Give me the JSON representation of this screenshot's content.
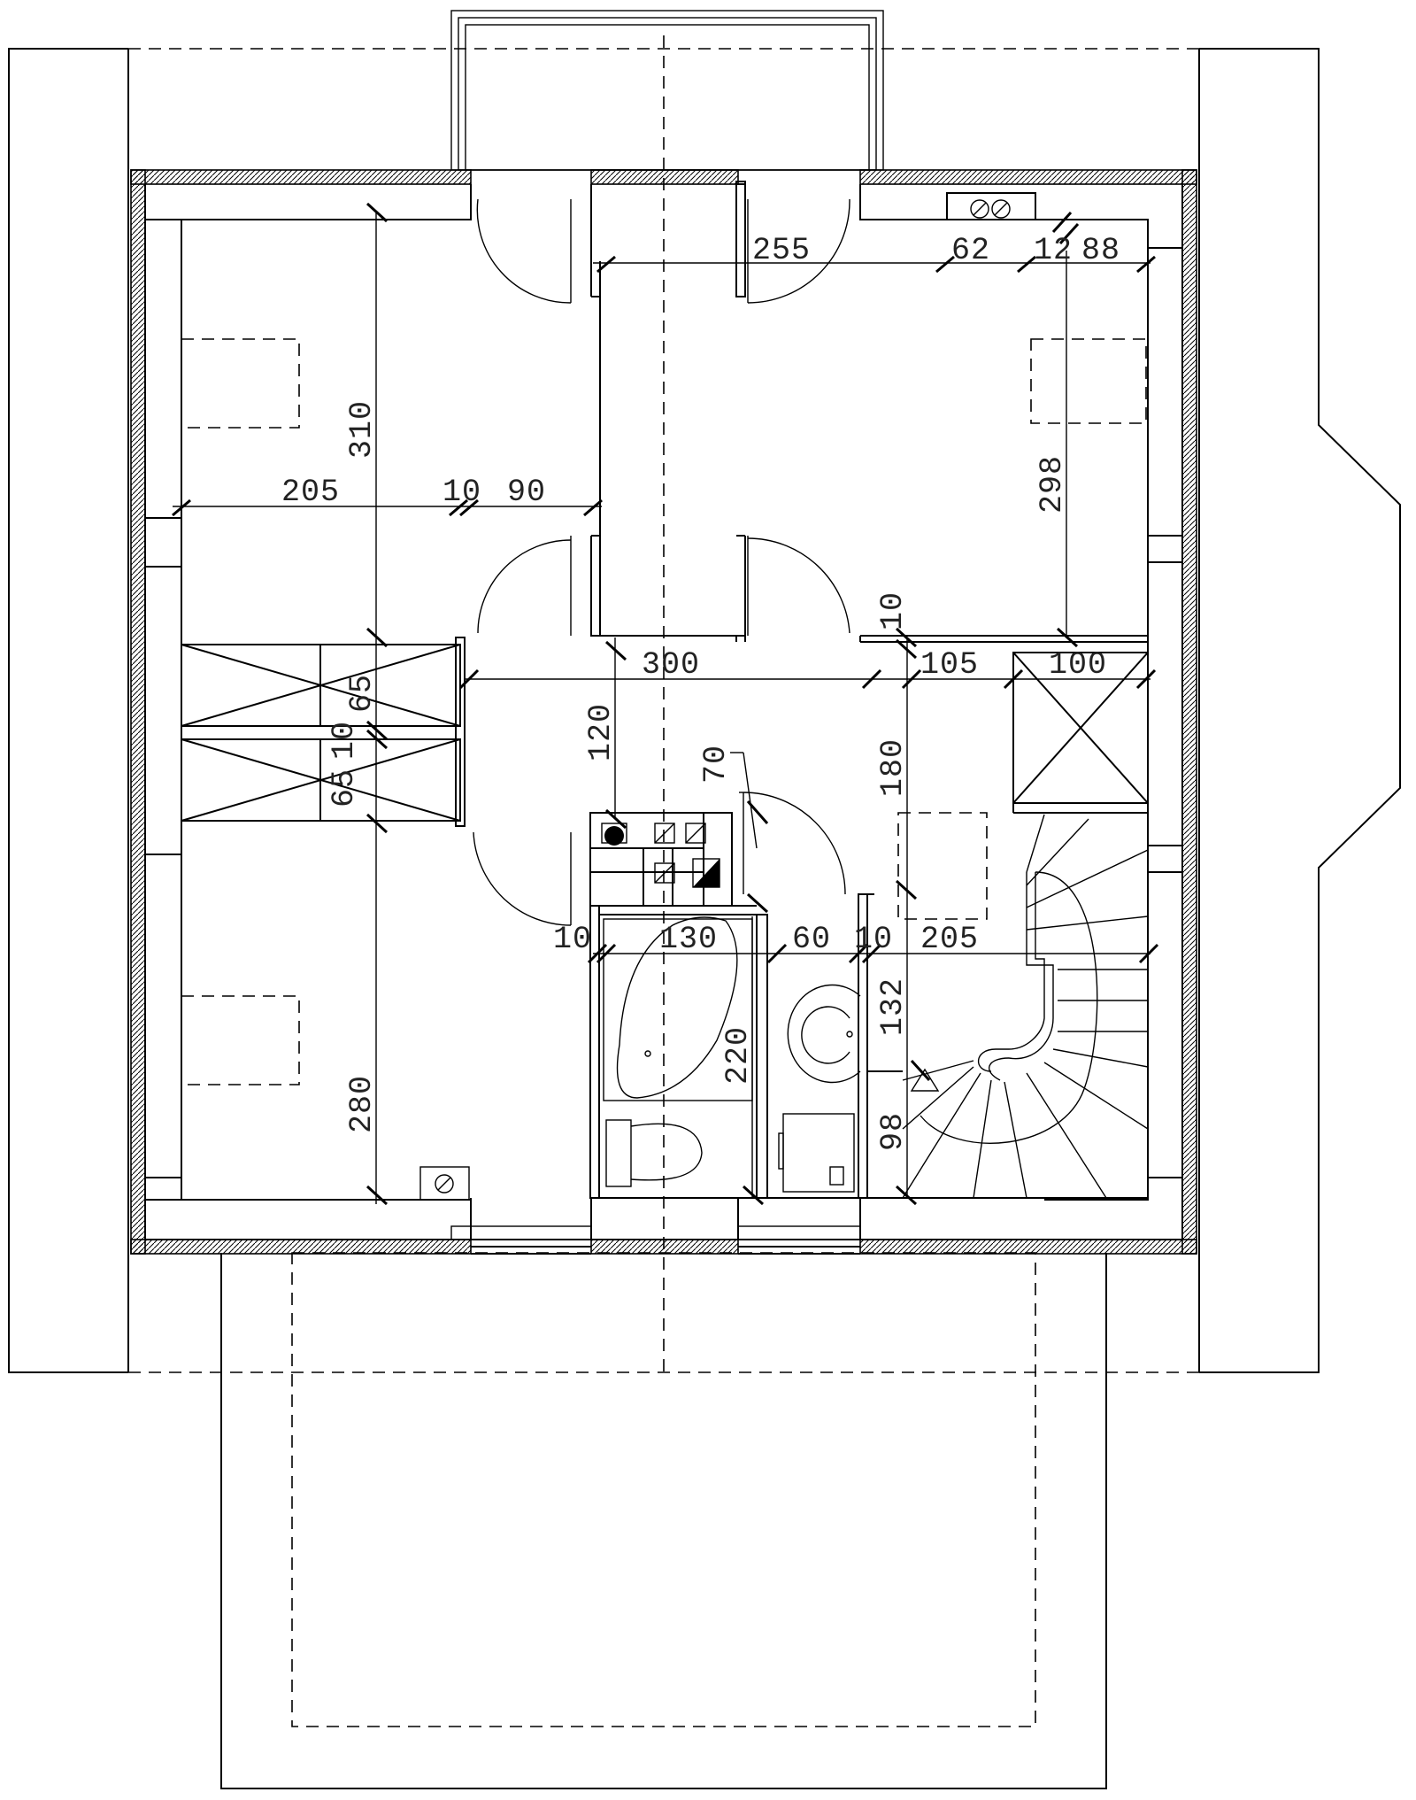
{
  "dimensions": {
    "d255": "255",
    "d62": "62",
    "d12": "12",
    "d88": "88",
    "d310": "310",
    "d205_top": "205",
    "d10_top": "10",
    "d90": "90",
    "d298": "298",
    "d10_right": "10",
    "d300": "300",
    "d105": "105",
    "d100": "100",
    "d65_a": "65",
    "d10_mid": "10",
    "d65_b": "65",
    "d120": "120",
    "d70": "70",
    "d180": "180",
    "d10_bath": "10",
    "d130": "130",
    "d60": "60",
    "d10_wc": "10",
    "d205_bottom": "205",
    "d132": "132",
    "d220": "220",
    "d280": "280",
    "d98": "98"
  }
}
